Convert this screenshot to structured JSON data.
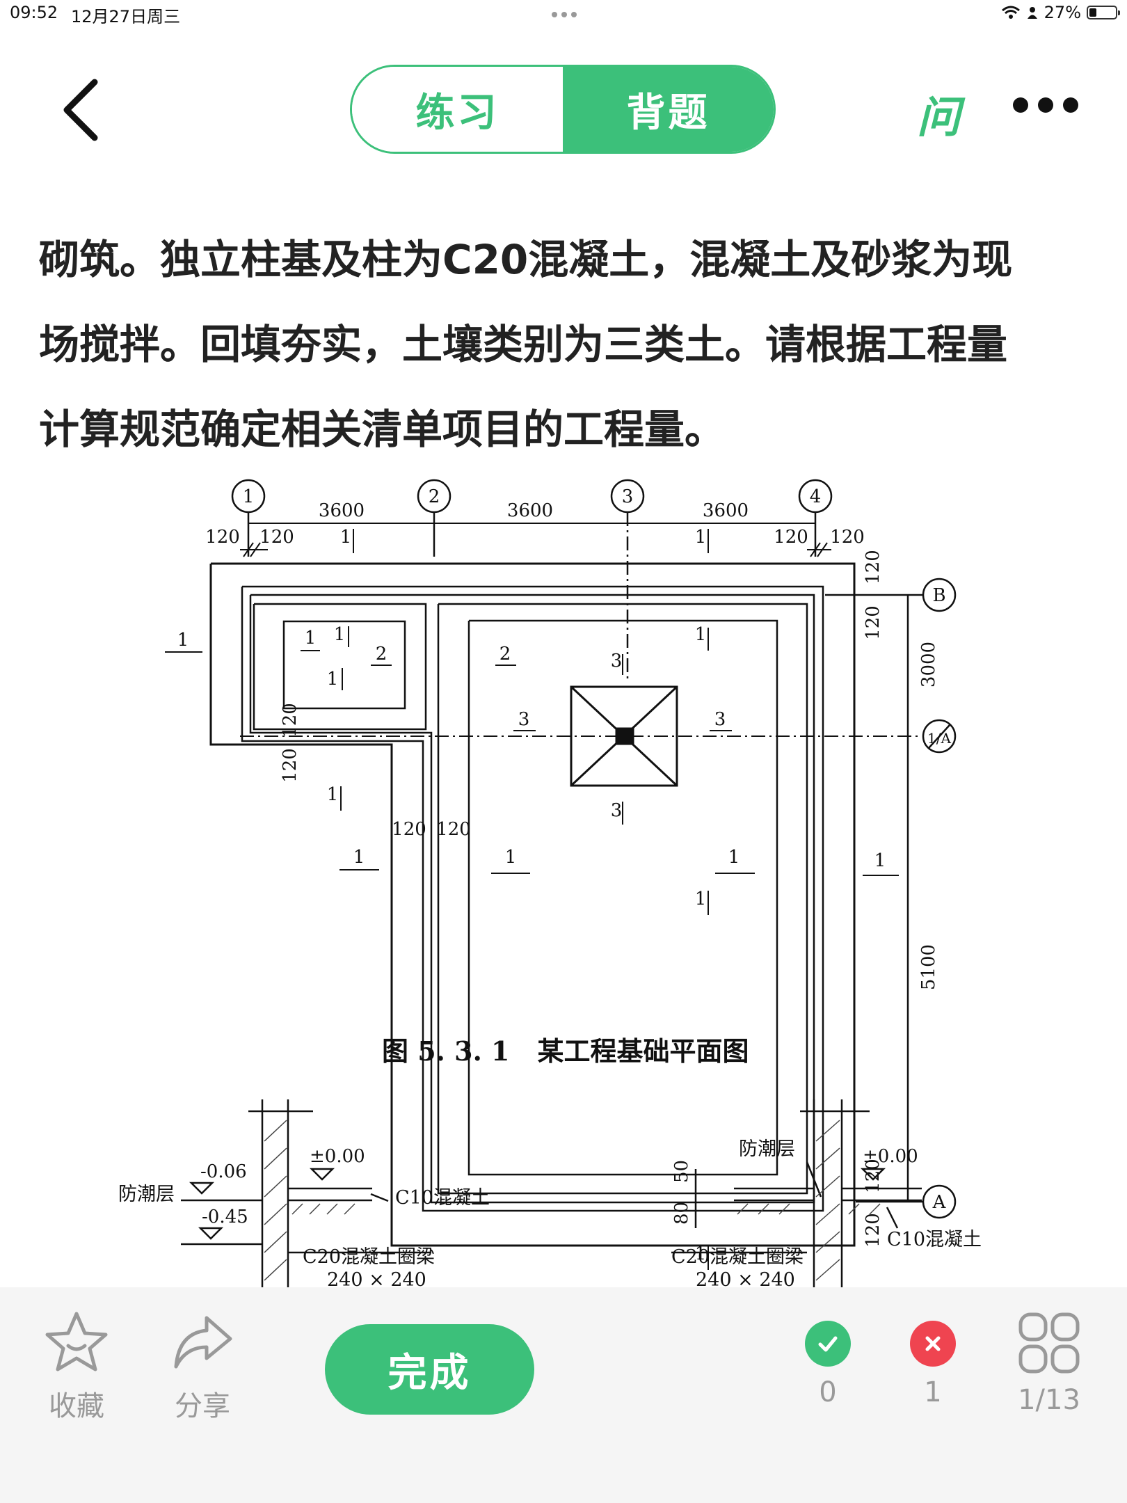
{
  "status_bar": {
    "time": "09:52",
    "date": "12月27日周三",
    "battery": "27%",
    "battery_level": 0.27
  },
  "header": {
    "tabs": [
      {
        "label": "练习",
        "active": false
      },
      {
        "label": "背题",
        "active": true
      }
    ],
    "ask_label": "问",
    "accent_color": "#3cc07a"
  },
  "question": {
    "lines": [
      "砌筑。独立柱基及柱为C20混凝土，混凝土及砂浆为现",
      "场搅拌。回填夯实，土壤类别为三类土。请根据工程量",
      "计算规范确定相关清单项目的工程量。"
    ]
  },
  "figure": {
    "caption_number": "图 5. 3. 1",
    "caption_title": "某工程基础平面图",
    "axes_top": [
      "1",
      "2",
      "3",
      "4"
    ],
    "spans_top": [
      "3600",
      "3600",
      "3600"
    ],
    "axes_right": [
      "B",
      "1/A",
      "A"
    ],
    "spans_right": [
      "3000",
      "5100"
    ],
    "wall_dim": "120",
    "section_labels": [
      "1",
      "2",
      "3"
    ],
    "detail_left": {
      "levels": [
        "-0.06",
        "-0.45"
      ],
      "zero": "±0.00",
      "moisture_layer": "防潮层",
      "slab": "C10混凝土",
      "ring_beam": "C20混凝土圈梁",
      "beam_size": "240 × 240"
    },
    "detail_right": {
      "dims": [
        "50",
        "80"
      ],
      "zero": "±0.00",
      "moisture_layer": "防潮层",
      "slab": "C10混凝土",
      "ring_beam": "C20混凝土圈梁",
      "beam_size": "240 × 240"
    }
  },
  "bottom": {
    "favorite_label": "收藏",
    "share_label": "分享",
    "done_label": "完成",
    "correct_count": "0",
    "wrong_count": "1",
    "progress": "1/13"
  }
}
